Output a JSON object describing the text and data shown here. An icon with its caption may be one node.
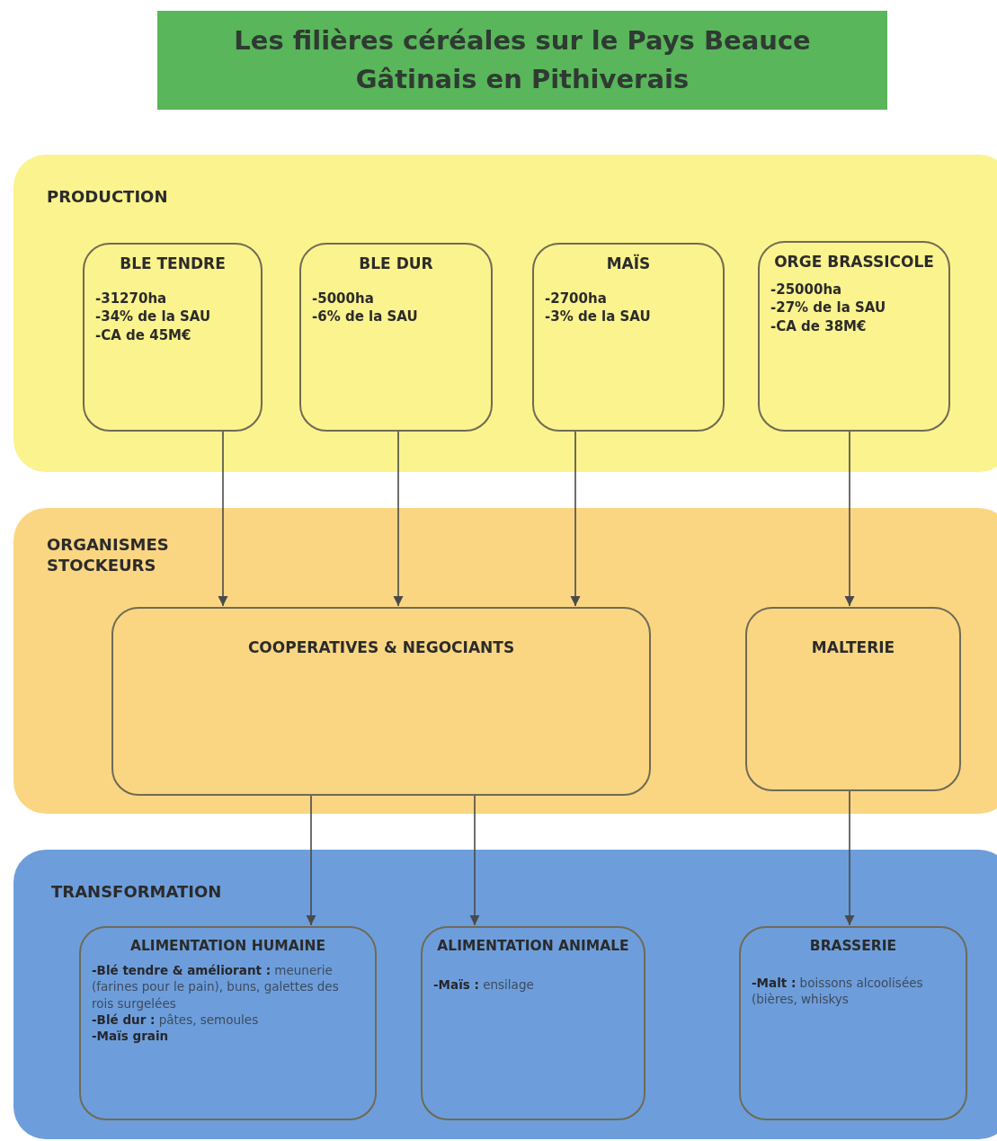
{
  "diagram": {
    "title": "Les filières céréales sur le Pays Beauce Gâtinais en Pithiverais",
    "nodes": [
      {
        "text": [
          "PRODUCTION"
        ]
      },
      {
        "text": [
          "BLE TENDRE",
          "-31270ha",
          "-34% de la SAU",
          "-CA de 45M€"
        ],
        "in": 0
      },
      {
        "text": [
          "BLE DUR",
          "-5000ha",
          "-6% de la SAU"
        ],
        "in": 0
      },
      {
        "text": [
          "MAÏS",
          "-2700ha",
          "-3% de la SAU"
        ],
        "in": 0
      },
      {
        "text": [
          "ORGE BRASSICOLE",
          "-25000ha",
          "-27% de la SAU",
          "-CA de 38M€"
        ],
        "in": 0
      },
      {
        "text": [
          "ORGANISMES STOCKEURS"
        ]
      },
      {
        "text": [
          "COOPERATIVES & NEGOCIANTS"
        ],
        "in": 5
      },
      {
        "text": [
          "MALTERIE"
        ],
        "in": 5
      },
      {
        "text": [
          "TRANSFORMATION"
        ]
      },
      {
        "text": [
          "ALIMENTATION HUMAINE",
          "**-Blé tendre & améliorant :** meunerie (farines pour le pain), buns, galettes des rois surgelées",
          "**-Blé dur :** pâtes, semoules",
          "**-Maïs grain**"
        ],
        "in": 8
      },
      {
        "text": [
          "ALIMENTATION ANIMALE",
          "**-Maïs :** ensilage"
        ],
        "in": 8
      },
      {
        "text": [
          "BRASSERIE",
          "**-Malt :** boissons alcoolisées (bières, whiskys"
        ],
        "in": 8
      }
    ],
    "edges": [
      {
        "from": 1,
        "to": 6,
        "arrow": "to"
      },
      {
        "from": 2,
        "to": 6,
        "arrow": "to"
      },
      {
        "from": 3,
        "to": 6,
        "arrow": "to"
      },
      {
        "from": 4,
        "to": 7,
        "arrow": "to"
      },
      {
        "from": 6,
        "to": 9,
        "arrow": "to"
      },
      {
        "from": 6,
        "to": 10,
        "arrow": "to"
      },
      {
        "from": 7,
        "to": 11,
        "arrow": "to"
      }
    ]
  }
}
